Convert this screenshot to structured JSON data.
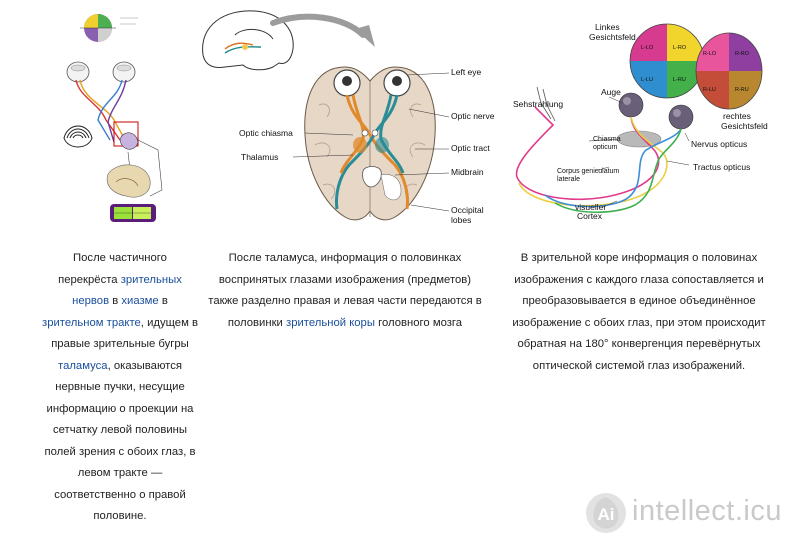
{
  "figure1": {
    "labels": []
  },
  "figure2": {
    "labels": {
      "left_eye": "Left eye",
      "optic_nerve": "Optic nerve",
      "optic_chiasma": "Optic chiasma",
      "optic_tract": "Optic tract",
      "thalamus": "Thalamus",
      "midbrain": "Midbrain",
      "occipital_1": "Occipital",
      "occipital_2": "lobes"
    }
  },
  "figure3": {
    "labels": {
      "linkes_1": "Linkes",
      "linkes_2": "Gesichtsfeld",
      "auge": "Auge",
      "sehstrahlung": "Sehstrahlung",
      "rechtes_1": "rechtes",
      "rechtes_2": "Gesichtsfeld",
      "chiasma_1": "Chiasma",
      "chiasma_2": "opticum",
      "nervus": "Nervus opticus",
      "corpus_1": "Corpus geniculatum",
      "corpus_2": "laterale",
      "tractus": "Tractus opticus",
      "visueller_1": "visueller",
      "visueller_2": "Cortex",
      "q1": "L-LO",
      "q2": "L-RO",
      "q3": "L-LU",
      "q4": "L-RU",
      "q5": "R-LO",
      "q6": "R-RO",
      "q7": "R-LU",
      "q8": "R-RU"
    },
    "colors": {
      "left_top_left": "#d63b8f",
      "left_top_right": "#f2d52c",
      "left_bottom_left": "#2e8ecf",
      "left_bottom_right": "#43b04a",
      "right_top_left": "#e8559c",
      "right_top_right": "#8e3fa0",
      "right_bottom_left": "#c44d3a",
      "right_bottom_right": "#b8872f"
    }
  },
  "caption1": {
    "t1": "После частичного перекрёста ",
    "l1": "зрительных нервов",
    "t2": " в ",
    "l2": "хиазме",
    "t3": " в ",
    "l3": "зрительном тракте",
    "t4": ", идущем в правые зрительные бугры ",
    "l4": "таламуса",
    "t5": ", оказываются нервные пучки, несущие информацию о проекции на сетчатку левой половины полей зрения с обоих глаз, в левом тракте — соответственно о правой половине."
  },
  "caption2": {
    "t1": "После таламуса, информация о половинках воспринятых глазами изображения (предметов) также разделно правая и левая части передаются в половинки ",
    "l1": "зрительной коры",
    "t2": " головного мозга"
  },
  "caption3": {
    "t1": "В зрительной коре информация о половинах изображения с каждого глаза сопоставляется и преобразовывается в единое объединённое изображение с обоих глаз, при этом происходит обратная на 180° конвергенция перевёрнутых оптической системой глаз изображений."
  },
  "watermark": {
    "text": "intellect.icu",
    "logo_letters": "Ai"
  }
}
